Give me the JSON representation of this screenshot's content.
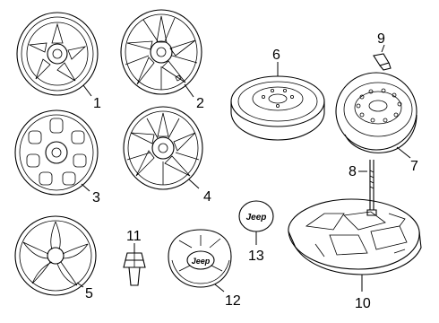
{
  "diagram": {
    "type": "exploded parts diagram",
    "callouts": [
      {
        "id": "1",
        "text": "1",
        "part": "wheel"
      },
      {
        "id": "2",
        "text": "2",
        "part": "wheel"
      },
      {
        "id": "3",
        "text": "3",
        "part": "wheel"
      },
      {
        "id": "4",
        "text": "4",
        "part": "wheel"
      },
      {
        "id": "5",
        "text": "5",
        "part": "wheel"
      },
      {
        "id": "6",
        "text": "6",
        "part": "spare wheel"
      },
      {
        "id": "7",
        "text": "7",
        "part": "spare wheel"
      },
      {
        "id": "8",
        "text": "8",
        "part": "hold-down bolt"
      },
      {
        "id": "9",
        "text": "9",
        "part": "valve stem"
      },
      {
        "id": "10",
        "text": "10",
        "part": "spare tire storage tray"
      },
      {
        "id": "11",
        "text": "11",
        "part": "lug nut"
      },
      {
        "id": "12",
        "text": "12",
        "part": "center cap"
      },
      {
        "id": "13",
        "text": "13",
        "part": "center cap emblem"
      }
    ],
    "logo_text": "Jeep"
  }
}
